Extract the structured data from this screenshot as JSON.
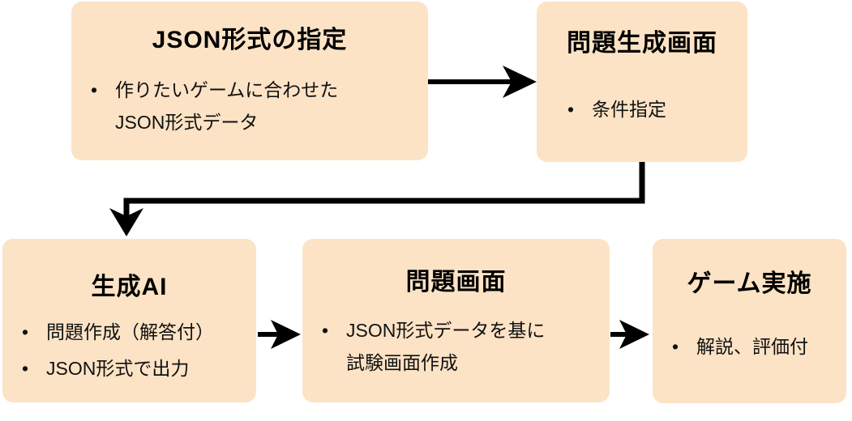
{
  "bullet_char": "•",
  "colors": {
    "box_fill": "#FCE3C5",
    "arrow": "#000000",
    "text": "#111111",
    "background": "#FFFFFF"
  },
  "boxes": [
    {
      "title": "JSON形式の指定",
      "bullets": [
        "作りたいゲームに合わせた\nJSON形式データ"
      ]
    },
    {
      "title": "問題生成画面",
      "bullets": [
        "条件指定"
      ]
    },
    {
      "title": "生成AI",
      "bullets": [
        "問題作成（解答付）",
        "JSON形式で出力"
      ]
    },
    {
      "title": "問題画面",
      "bullets": [
        "JSON形式データを基に\n試験画面作成"
      ]
    },
    {
      "title": "ゲーム実施",
      "bullets": [
        "解説、評価付"
      ]
    }
  ]
}
